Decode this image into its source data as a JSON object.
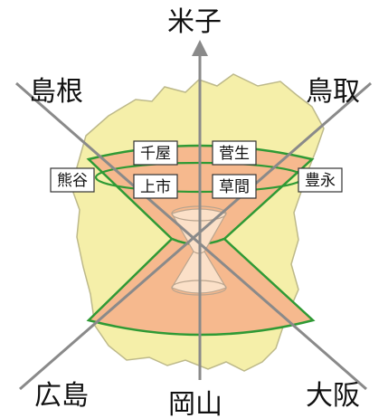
{
  "colors": {
    "region_fill": "#f5efa9",
    "region_stroke": "#bdb98a",
    "cone_fill": "#f6b98e",
    "cone_stroke": "#2f9a35",
    "hourglass_fill": "#fbe0c8",
    "hourglass_stroke": "#b9a48e",
    "road": "#8a8a8a",
    "text": "#111111",
    "box_border": "#333333"
  },
  "directions": {
    "north": "米子",
    "northwest": "島根",
    "northeast": "鳥取",
    "southwest": "広島",
    "south": "岡山",
    "southeast": "大阪"
  },
  "towns": {
    "chiya": "千屋",
    "sugo": "菅生",
    "kumadani": "熊谷",
    "kamiichi": "上市",
    "kusama": "草間",
    "toyonaga": "豊永"
  },
  "icons": {
    "north_arrow": "north-arrow-icon"
  }
}
